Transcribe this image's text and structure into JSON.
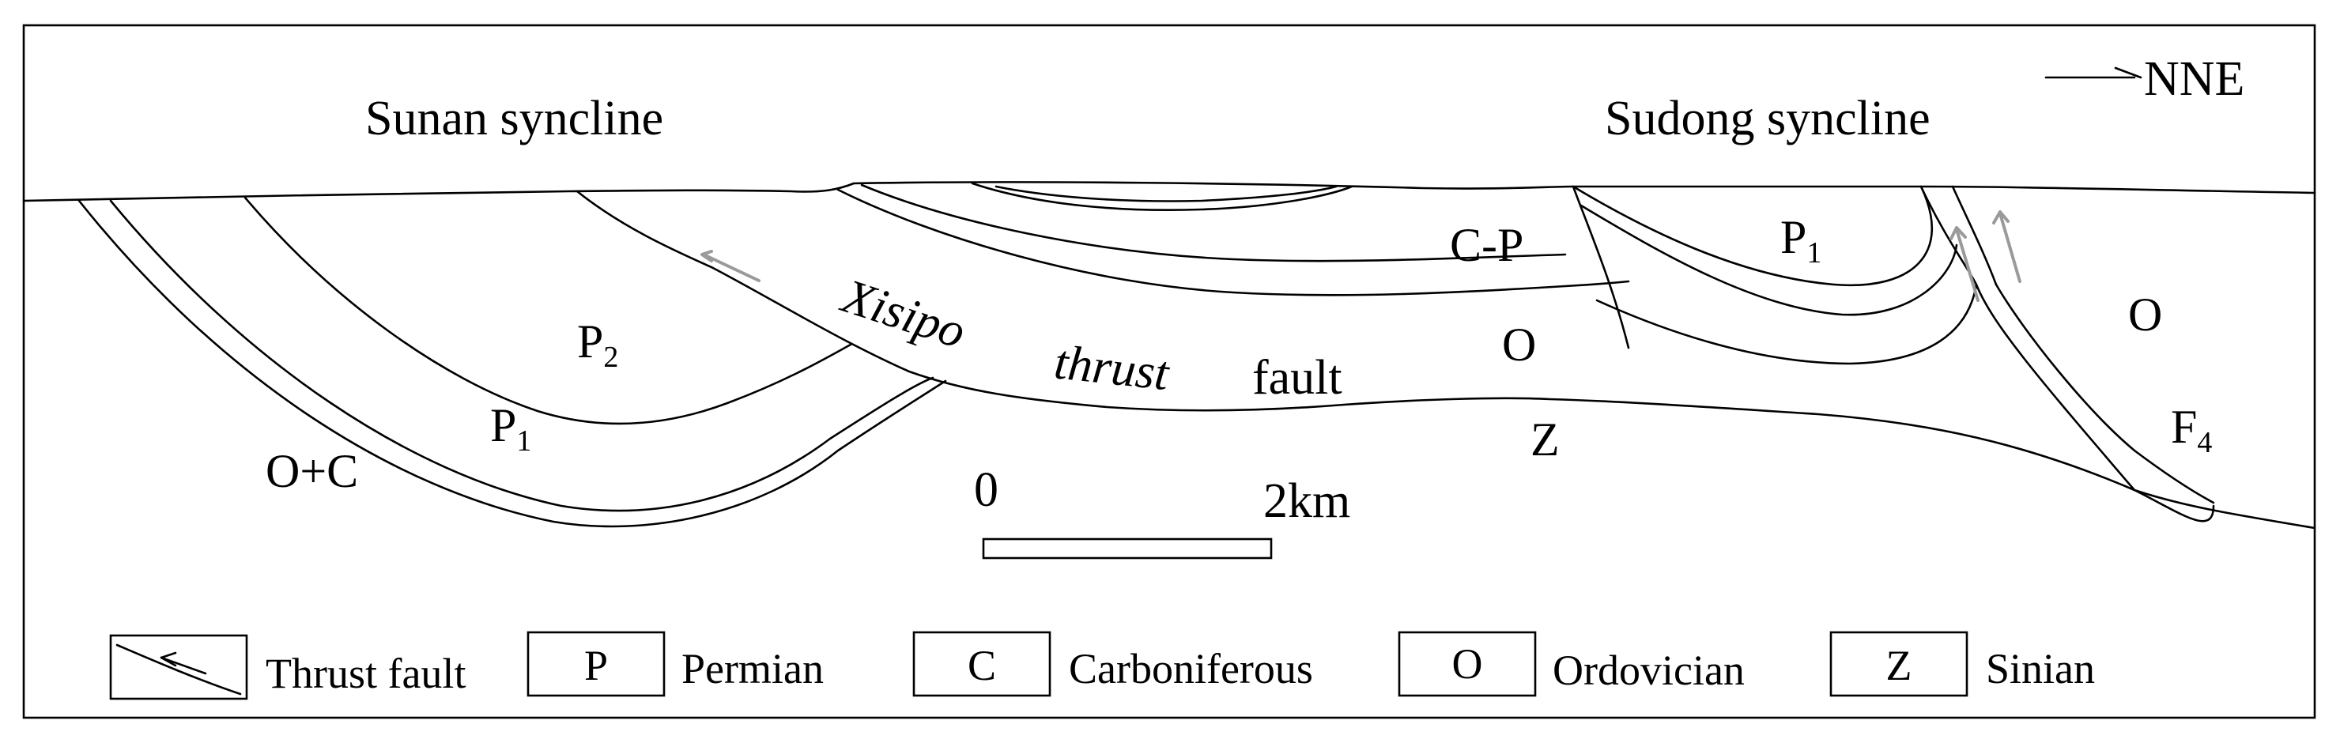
{
  "direction": {
    "label": "NNE"
  },
  "synclines": {
    "left": "Sunan syncline",
    "right": "Sudong syncline"
  },
  "units": {
    "p2": {
      "main": "P",
      "sub": "2"
    },
    "p1_left": {
      "main": "P",
      "sub": "1"
    },
    "o_c": "O+C",
    "c_p": "C-P",
    "o_mid": "O",
    "z": "Z",
    "p1_right": {
      "main": "P",
      "sub": "1"
    },
    "o_right": "O",
    "f4": {
      "main": "F",
      "sub": "4"
    }
  },
  "fault_label": {
    "word1": "Xisipo",
    "word2": "thrust",
    "word3": "fault"
  },
  "scale": {
    "zero": "0",
    "length": "2km"
  },
  "legend": {
    "items": [
      {
        "symbol": "",
        "label": "Thrust fault"
      },
      {
        "symbol": "P",
        "label": "Permian"
      },
      {
        "symbol": "C",
        "label": "Carboniferous"
      },
      {
        "symbol": "O",
        "label": "Ordovician"
      },
      {
        "symbol": "Z",
        "label": "Sinian"
      }
    ]
  },
  "colors": {
    "line": "#000000",
    "fault_arrow": "#9a9a9a",
    "background": "#ffffff"
  }
}
